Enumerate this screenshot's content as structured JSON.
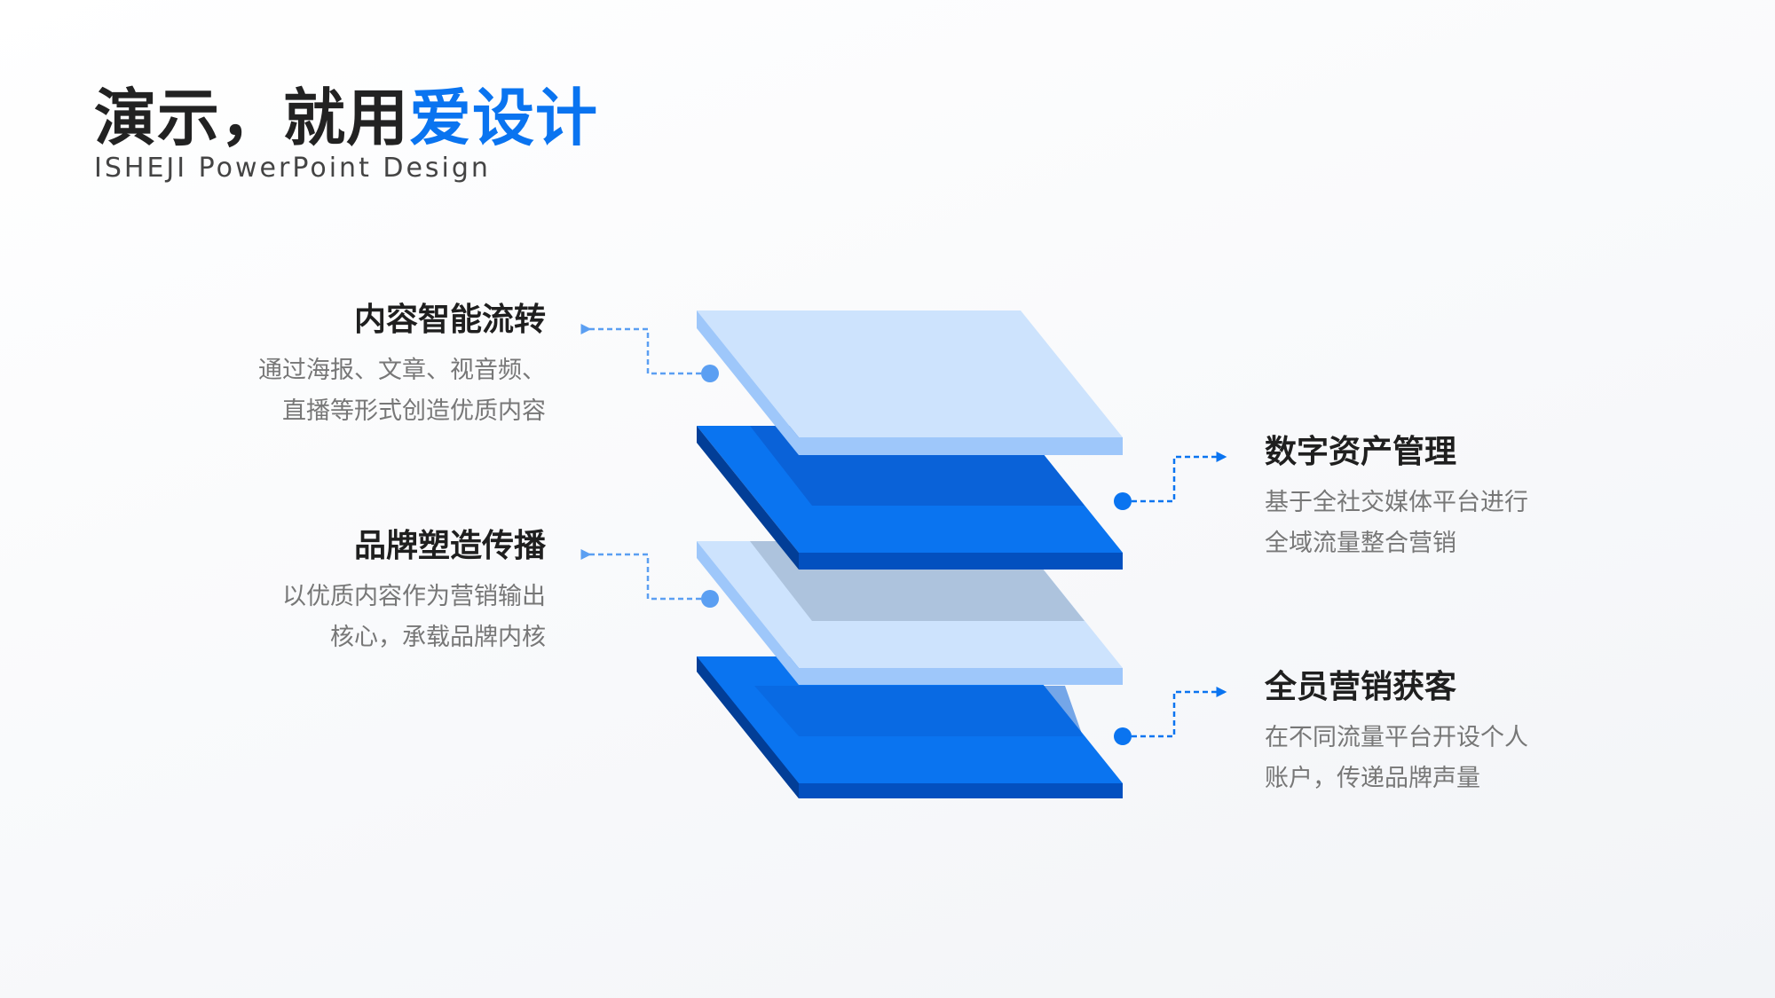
{
  "header": {
    "title_main": "演示，就用",
    "title_accent": "爱设计",
    "subtitle": "ISHEJI PowerPoint Design"
  },
  "items": [
    {
      "id": "content",
      "title": "内容智能流转",
      "lines": [
        "通过海报、文章、视音频、",
        "直播等形式创造优质内容"
      ]
    },
    {
      "id": "brand",
      "title": "品牌塑造传播",
      "lines": [
        "以优质内容作为营销输出",
        "核心，承载品牌内核"
      ]
    },
    {
      "id": "asset",
      "title": "数字资产管理",
      "lines": [
        "基于全社交媒体平台进行",
        "全域流量整合营销"
      ]
    },
    {
      "id": "marketing",
      "title": "全员营销获客",
      "lines": [
        "在不同流量平台开设个人",
        "账户，传递品牌声量"
      ]
    }
  ],
  "colors": {
    "accent": "#0a74f0",
    "layer_light_top": "#cde3fd",
    "layer_light_side": "#9ec7fa",
    "layer_dark_top": "#0a74f0",
    "layer_dark_side": "#0350bf",
    "connector": "#5b9ff2"
  }
}
